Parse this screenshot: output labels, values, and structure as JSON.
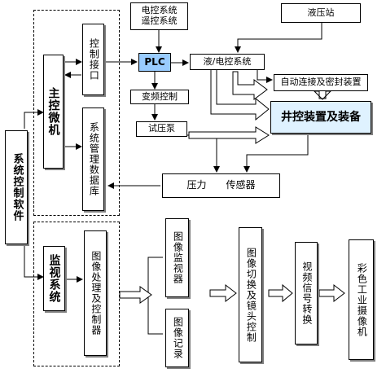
{
  "labels": {
    "remote_systems": "电控系统\n遥控系统",
    "hydraulic_station": "液压站",
    "control_interface": "控制接口",
    "plc": "PLC",
    "hydraulic_electric": "液/电控系统",
    "main_microcomputer": "主控微机",
    "system_database": "系统管理数据库",
    "auto_connect": "自动连接及密封装置",
    "vfd_control": "变频控制",
    "wellhead_equipment": "井控装置及装备",
    "test_pump": "试压泵",
    "system_software": "系统控制软件",
    "pressure_sensor": "压力　　传感器",
    "monitor_system": "监视系统",
    "image_processing": "图像处理及控制器",
    "image_monitor": "图像监视器",
    "image_record": "图像记录",
    "image_switch": "图像切换及镜头控制",
    "video_convert": "视频信号转换",
    "color_camera": "彩色工业摄像机"
  },
  "colors": {
    "plc_fill": "#99ccff",
    "wellhead_fill": "#dff2ff"
  }
}
